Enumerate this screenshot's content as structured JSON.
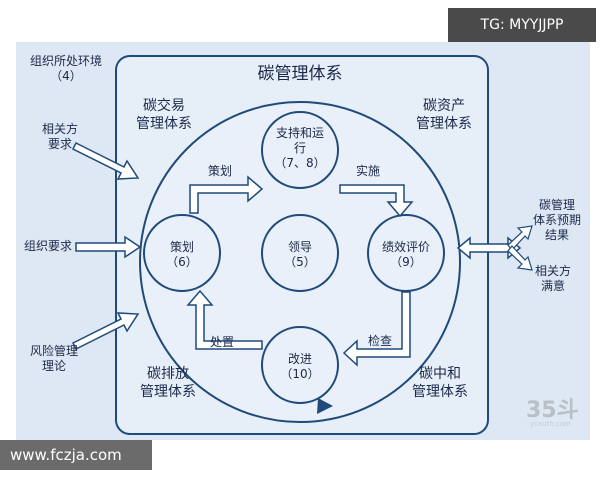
{
  "watermarks": {
    "top_right": "TG: MYYJJPP",
    "bottom_left": "www.fczja.com",
    "logo": "35斗",
    "logo_sub": "ycxuth.com"
  },
  "diagram": {
    "title": "碳管理体系",
    "inputs": {
      "environment": [
        "组织所处环境",
        "（4）"
      ],
      "stakeholders": [
        "相关方",
        "要求"
      ],
      "org_requirements": "组织要求",
      "risk_theory": [
        "风险管理",
        "理论"
      ]
    },
    "outputs": {
      "expected_results": [
        "碳管理",
        "体系预期",
        "结果"
      ],
      "satisfaction": [
        "相关方",
        "满意"
      ]
    },
    "corners": {
      "trading": [
        "碳交易",
        "管理体系"
      ],
      "assets": [
        "碳资产",
        "管理体系"
      ],
      "emission": [
        "碳排放",
        "管理体系"
      ],
      "neutral": [
        "碳中和",
        "管理体系"
      ]
    },
    "nodes": {
      "support": [
        "支持和运",
        "行",
        "（7、8）"
      ],
      "planning": [
        "策划",
        "（6）"
      ],
      "leadership": [
        "领导",
        "（5）"
      ],
      "evaluation": [
        "绩效评价",
        "（9）"
      ],
      "improvement": [
        "改进",
        "（10）"
      ]
    },
    "arrows": {
      "plan": "策划",
      "implement": "实施",
      "check": "检查",
      "act": "处置"
    }
  }
}
